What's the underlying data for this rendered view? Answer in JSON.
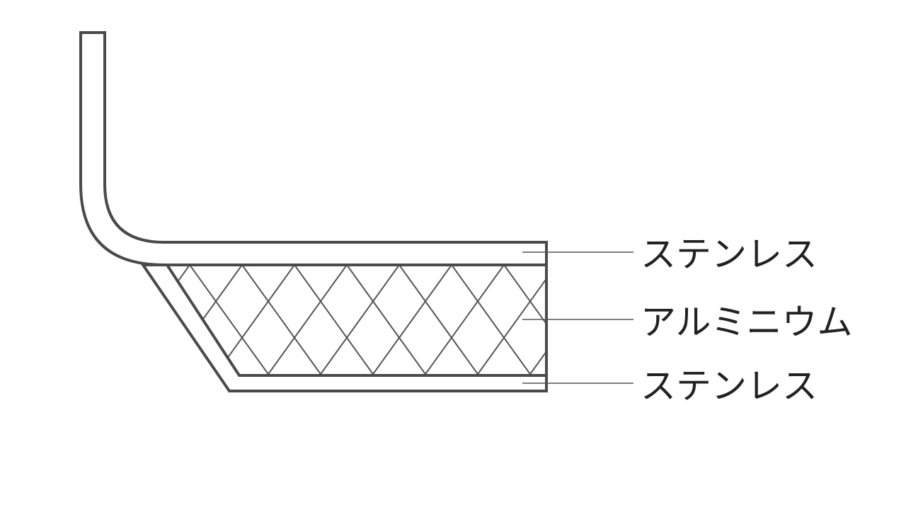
{
  "diagram": {
    "layers": [
      {
        "label": "ステンレス"
      },
      {
        "label": "アルミニウム"
      },
      {
        "label": "ステンレス"
      }
    ],
    "colors": {
      "stroke": "#4a4a4a",
      "text": "#222222",
      "background": "#ffffff"
    }
  }
}
